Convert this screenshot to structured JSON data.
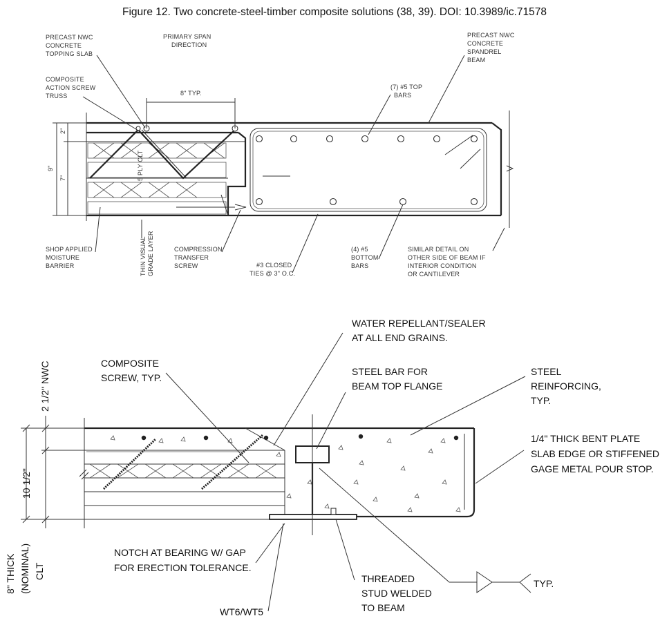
{
  "caption": "Figure 12. Two concrete-steel-timber composite solutions (38, 39). DOI: 10.3989/ic.71578",
  "top": {
    "precast_topping": [
      "PRECAST NWC",
      "CONCRETE",
      "TOPPING SLAB"
    ],
    "span_direction": [
      "PRIMARY SPAN",
      "DIRECTION"
    ],
    "precast_spandrel": [
      "PRECAST NWC",
      "CONCRETE",
      "SPANDREL",
      "BEAM"
    ],
    "composite_truss": [
      "COMPOSITE",
      "ACTION SCREW",
      "TRUSS"
    ],
    "typ_spacing": "8\" TYP.",
    "top_bars": [
      "(7) #5 TOP",
      "BARS"
    ],
    "dim_2": "2\"",
    "dim_9": "9\"",
    "dim_7": "7\"",
    "clt_ply": "5 PLY CLT",
    "moisture_barrier": [
      "SHOP APPLIED",
      "MOISTURE",
      "BARRIER"
    ],
    "visual_grade": [
      "THIN VISUAL",
      "GRADE LAYER"
    ],
    "compression_screw": [
      "COMPRESSION",
      "TRANSFER",
      "SCREW"
    ],
    "closed_ties": [
      "#3 CLOSED",
      "TIES @ 3\" O.C."
    ],
    "bottom_bars": [
      "(4) #5",
      "BOTTOM",
      "BARS"
    ],
    "similar_detail": [
      "SIMILAR DETAIL ON",
      "OTHER SIDE OF BEAM IF",
      "INTERIOR CONDITION",
      "OR CANTILEVER"
    ]
  },
  "bottom": {
    "water_repellant": [
      "WATER REPELLANT/SEALER",
      "AT ALL END GRAINS."
    ],
    "composite_screw": [
      "COMPOSITE",
      "SCREW, TYP."
    ],
    "steel_bar": [
      "STEEL BAR FOR",
      "BEAM TOP FLANGE"
    ],
    "steel_reinforcing": [
      "STEEL",
      "REINFORCING,",
      "TYP."
    ],
    "dim_nwc": "2 1/2\" NWC",
    "dim_total": "10 1/2\"",
    "bent_plate": [
      "1/4\" THICK BENT PLATE",
      "SLAB EDGE OR STIFFENED",
      "GAGE METAL POUR STOP."
    ],
    "dim_clt": [
      "8\" THICK",
      "(NOMINAL)",
      "CLT"
    ],
    "notch": [
      "NOTCH AT BEARING W/ GAP",
      "FOR ERECTION TOLERANCE."
    ],
    "threaded_stud": [
      "THREADED",
      "STUD WELDED",
      "TO BEAM"
    ],
    "typ": "TYP.",
    "wt_section": "WT6/WT5"
  }
}
